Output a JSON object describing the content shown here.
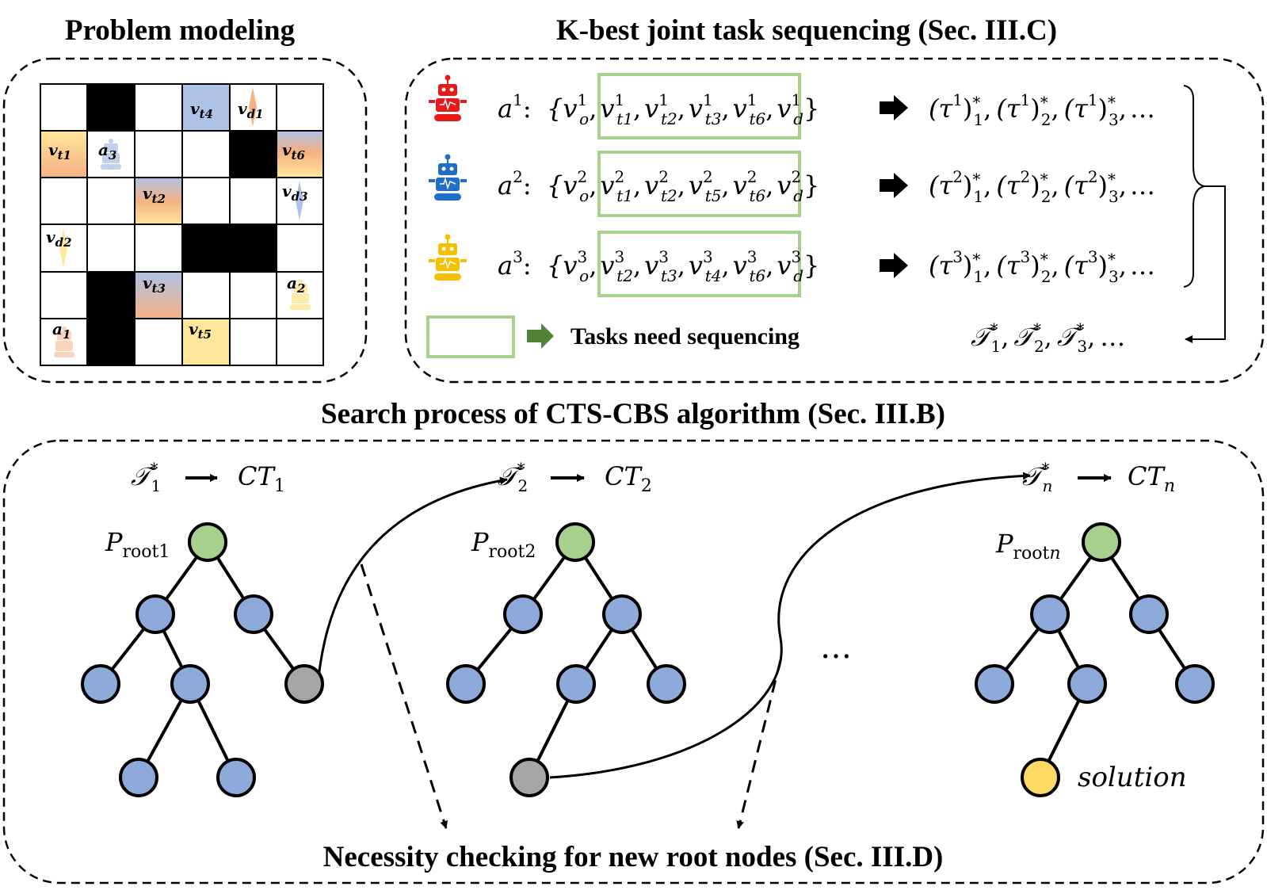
{
  "titles": {
    "problem_modeling": "Problem modeling",
    "kbest": "K-best joint task sequencing (Sec. III.C)",
    "search": "Search process of CTS-CBS algorithm (Sec. III.B)",
    "necessity": "Necessity checking for new root nodes (Sec. III.D)"
  },
  "legend": {
    "label": "Tasks need sequencing"
  },
  "grid_cells": [
    {
      "label": "v",
      "sub": "t4"
    },
    {
      "label": "v",
      "sub": "d1"
    },
    {
      "label": "v",
      "sub": "t1"
    },
    {
      "label": "a",
      "sub": "3"
    },
    {
      "label": "v",
      "sub": "t6"
    },
    {
      "label": "v",
      "sub": "t2"
    },
    {
      "label": "v",
      "sub": "d3"
    },
    {
      "label": "v",
      "sub": "d2"
    },
    {
      "label": "v",
      "sub": "t3"
    },
    {
      "label": "a",
      "sub": "2"
    },
    {
      "label": "a",
      "sub": "1"
    },
    {
      "label": "v",
      "sub": "t5"
    }
  ],
  "agents": [
    {
      "name": "a",
      "sup": "1",
      "color": "#e8191a",
      "seq_start": "{v",
      "seq_start_sub": "o",
      "seq_tasks": [
        "t1",
        "t2",
        "t3",
        "t6"
      ],
      "seq_end_sub": "d",
      "out": "(τ",
      "out_tail": "…"
    },
    {
      "name": "a",
      "sup": "2",
      "color": "#1f6fc8",
      "seq_start": "{v",
      "seq_start_sub": "o",
      "seq_tasks": [
        "t1",
        "t2",
        "t5",
        "t6"
      ],
      "seq_end_sub": "d",
      "out": "(τ",
      "out_tail": "…"
    },
    {
      "name": "a",
      "sup": "3",
      "color": "#f5c000",
      "seq_start": "{v",
      "seq_start_sub": "o",
      "seq_tasks": [
        "t2",
        "t3",
        "t4",
        "t6"
      ],
      "seq_end_sub": "d",
      "out": "(τ",
      "out_tail": "…"
    }
  ],
  "joint": {
    "symbol": "𝒯",
    "items": [
      "1",
      "2",
      "3"
    ],
    "tail": "…"
  },
  "trees": [
    {
      "root": "P",
      "root_sub": "root1",
      "seq_sub": "1",
      "ct": "CT",
      "ct_sub": "1"
    },
    {
      "root": "P",
      "root_sub": "root2",
      "seq_sub": "2",
      "ct": "CT",
      "ct_sub": "2"
    },
    {
      "root": "P",
      "root_sub": "rootn",
      "seq_sub": "n",
      "ct": "CT",
      "ct_sub": "n"
    }
  ],
  "ellipsis": "…",
  "solution": "solution",
  "colors": {
    "node_blue": "#8eaadb",
    "node_green": "#a9d18e",
    "node_gray": "#a6a6a6",
    "node_yellow": "#ffd966",
    "box_green": "#a9d18e",
    "arrow_green": "#538135",
    "cell_blue": "#aec2e6",
    "cell_orange": "#f4b183",
    "cell_yellow": "#ffe699"
  }
}
